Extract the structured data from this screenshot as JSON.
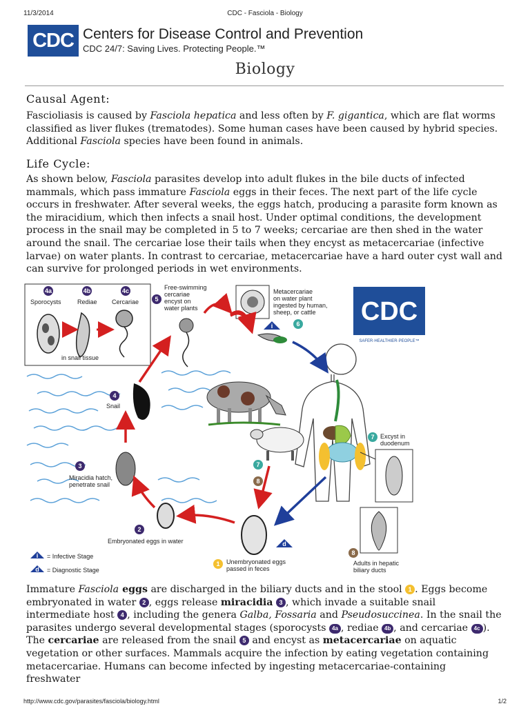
{
  "print_header": {
    "date": "11/3/2014",
    "title": "CDC - Fasciola - Biology"
  },
  "banner": {
    "logo": "CDC",
    "org": "Centers for Disease Control and Prevention",
    "tagline": "CDC 24/7: Saving Lives. Protecting People.™"
  },
  "page_title": "Biology",
  "causal": {
    "heading": "Causal Agent:",
    "t1": "Fascioliasis is caused by ",
    "e1": "Fasciola hepatica",
    "t2": " and less often by ",
    "e2": "F. gigantica",
    "t3": ", which are flat worms classified as liver flukes (trematodes). Some human cases have been caused by hybrid species. Additional ",
    "e3": "Fasciola",
    "t4": " species have been found in animals."
  },
  "life": {
    "heading": "Life Cycle:",
    "t1": "As shown below, ",
    "e1": "Fasciola",
    "t2": " parasites develop into adult flukes in the bile ducts of infected mammals, which pass immature ",
    "e2": "Fasciola",
    "t3": " eggs in their feces. The next part of the life cycle occurs in freshwater. After several weeks, the eggs hatch, producing a parasite form known as the miracidium, which then infects a snail host. Under optimal conditions, the development process in the snail may be completed in 5 to 7 weeks; cercariae are then shed in the water around the snail. The cercariae lose their tails when they encyst as metacercariae (infective larvae) on water plants. In contrast to cercariae, metacercariae have a hard outer cyst wall and can survive for prolonged periods in wet environments."
  },
  "diagram": {
    "box_4a": "Sporocysts",
    "box_4b": "Rediae",
    "box_4c": "Cercariae",
    "box_caption": "in snail tissue",
    "s5a": "Free-swimming",
    "s5b": "cercariae",
    "s5c": "encyst on",
    "s5d": "water plants",
    "s6a": "Metacercariae",
    "s6b": "on water plant",
    "s6c": "ingested by human,",
    "s6d": "sheep, or cattle",
    "logo": "CDC",
    "logo_tag": "SAFER·HEALTHIER·PEOPLE™",
    "s4": "Snail",
    "s3a": "Miracidia hatch,",
    "s3b": "penetrate snail",
    "s2": "Embryonated eggs in water",
    "s1a": "Unembryonated eggs",
    "s1b": "passed in feces",
    "s7a": "Excyst in",
    "s7b": "duodenum",
    "s8a": "Adults in hepatic",
    "s8b": "biliary ducts",
    "legend_i": "= Infective Stage",
    "legend_d": "= Diagnostic Stage",
    "n4a": "4a",
    "n4b": "4b",
    "n4c": "4c",
    "n5": "5",
    "n6": "6",
    "n4": "4",
    "n3": "3",
    "n2": "2",
    "n1": "1",
    "n7": "7",
    "n8": "8",
    "ni": "i",
    "nd": "d"
  },
  "bottom": {
    "t1": "Immature ",
    "e1": "Fasciola",
    "b1": " eggs",
    "t2": " are discharged in the biliary ducts and in the stool ",
    "n1": "1",
    "t3": ". Eggs become embryonated in water ",
    "n2": "2",
    "t4": ", eggs release ",
    "b2": "miracidia",
    "t5": " ",
    "n3": "3",
    "t6": ", which invade a suitable snail intermediate host ",
    "n4": "4",
    "t7": ", including the genera ",
    "e2": "Galba, Fossaria",
    "t8": " and ",
    "e3": "Pseudosuccinea",
    "t9": ". In the snail the parasites undergo several developmental stages (sporocysts ",
    "n4a": "4a",
    "t10": ", rediae ",
    "n4b": "4b",
    "t11": ", and cercariae ",
    "n4c": "4c",
    "t12": "). The ",
    "b3": "cercariae",
    "t13": " are released from the snail ",
    "n5": "5",
    "t14": " and encyst as ",
    "b4": "metacercariae",
    "t15": " on aquatic vegetation or other surfaces. Mammals acquire the infection by eating vegetation containing metacercariae. Humans can become infected by ingesting metacercariae-containing freshwater"
  },
  "print_footer": {
    "url": "http://www.cdc.gov/parasites/fasciola/biology.html",
    "page": "1/2"
  }
}
